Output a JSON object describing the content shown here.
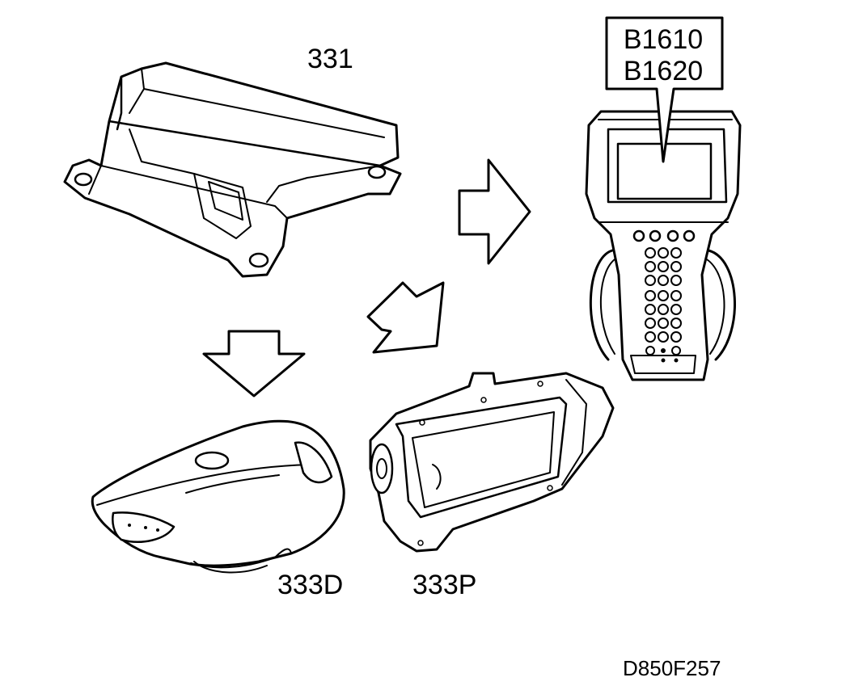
{
  "labels": {
    "control_module": "331",
    "tool_code_1": "B1610",
    "tool_code_2": "B1620",
    "driver_airbag": "333D",
    "passenger_airbag": "333P",
    "figure_id": "D850F257"
  }
}
